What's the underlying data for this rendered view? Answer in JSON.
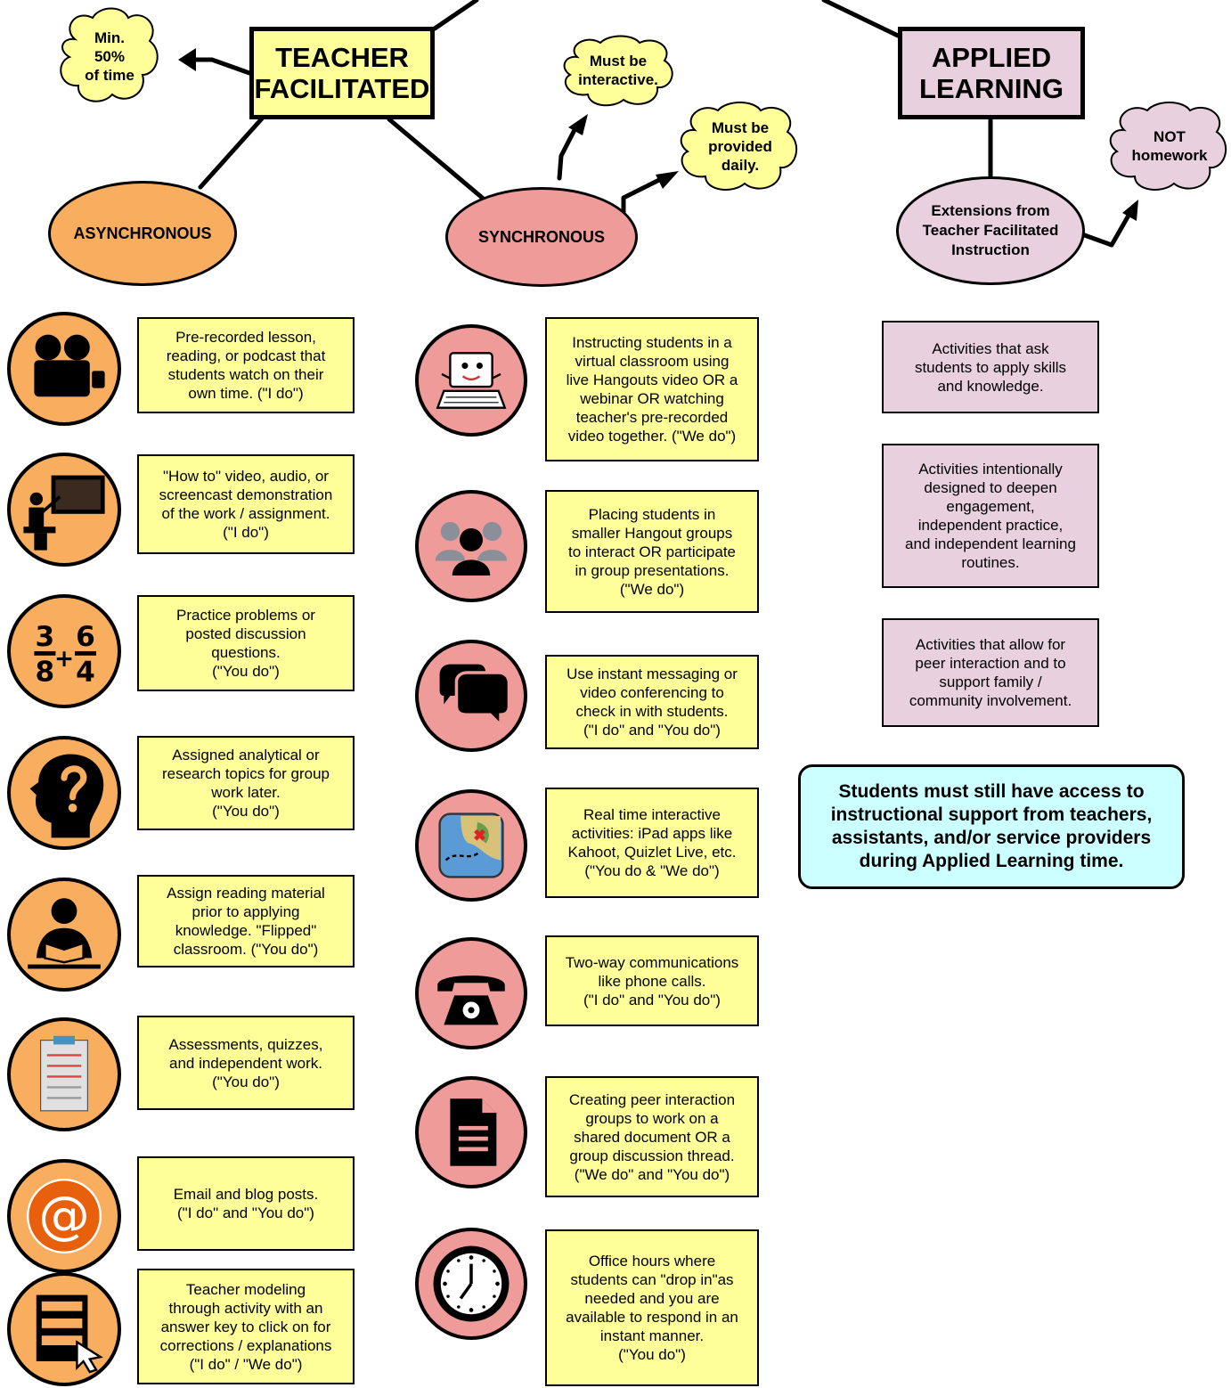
{
  "colors": {
    "yellow": "#ffff99",
    "orange": "#f9ad5e",
    "pink": "#ef9b99",
    "lavender": "#e8d0df",
    "cyan": "#ccffff"
  },
  "teacher_facilitated": {
    "title": "TEACHER\nFACILITATED",
    "cloud": "Min.\n50%\nof time",
    "asynchronous": {
      "label": "ASYNCHRONOUS",
      "items": [
        {
          "icon": "video-camera-icon",
          "text": "Pre-recorded lesson,\nreading, or podcast that\nstudents watch on their\nown time.  (\"I do\")"
        },
        {
          "icon": "teacher-board-icon",
          "text": "\"How to\" video, audio, or\nscreencast demonstration\nof the work / assignment.\n(\"I do\")"
        },
        {
          "icon": "fractions-icon",
          "text": "Practice problems or\nposted discussion\nquestions.\n(\"You do\")"
        },
        {
          "icon": "head-question-icon",
          "text": "Assigned analytical or\nresearch topics for group\nwork later.\n(\"You do\")"
        },
        {
          "icon": "reader-icon",
          "text": "Assign reading material\nprior to applying\nknowledge. \"Flipped\"\nclassroom.  (\"You do\")"
        },
        {
          "icon": "clipboard-icon",
          "text": "Assessments, quizzes,\nand independent work.\n(\"You do\")"
        },
        {
          "icon": "at-sign-icon",
          "text": "Email and blog posts.\n(\"I do\" and \"You do\")"
        },
        {
          "icon": "document-cursor-icon",
          "text": "Teacher modeling\nthrough activity with an\nanswer key to click on for\ncorrections / explanations\n(\"I do\" / \"We do\")"
        }
      ]
    },
    "synchronous": {
      "label": "SYNCHRONOUS",
      "cloud_interactive": "Must be\ninteractive.",
      "cloud_daily": "Must be\nprovided\ndaily.",
      "items": [
        {
          "icon": "computer-icon",
          "text": "Instructing students in a\nvirtual classroom using\nlive Hangouts video OR a\nwebinar OR watching\nteacher's pre-recorded\nvideo together. (\"We do\")"
        },
        {
          "icon": "group-icon",
          "text": "Placing students in\nsmaller Hangout groups\nto interact OR participate\nin group presentations.\n(\"We do\")"
        },
        {
          "icon": "chat-bubbles-icon",
          "text": "Use instant messaging or\nvideo conferencing to\ncheck in with students.\n(\"I do\" and \"You do\")"
        },
        {
          "icon": "map-icon",
          "text": "Real time interactive\nactivities: iPad apps like\nKahoot, Quizlet Live, etc.\n(\"You do & \"We do\")"
        },
        {
          "icon": "telephone-icon",
          "text": "Two-way communications\nlike phone calls.\n(\"I do\" and \"You do\")"
        },
        {
          "icon": "document-icon",
          "text": "Creating peer interaction\ngroups to work on a\nshared document OR a\ngroup discussion thread.\n(\"We do\" and \"You do\")"
        },
        {
          "icon": "clock-icon",
          "text": "Office hours where\nstudents can \"drop in\"as\nneeded and you are\navailable to respond in an\ninstant manner.\n(\"You do\")"
        }
      ]
    }
  },
  "applied_learning": {
    "title": "APPLIED\nLEARNING",
    "cloud": "NOT\nhomework",
    "extensions": "Extensions from\nTeacher Facilitated\nInstruction",
    "items": [
      "Activities that ask\nstudents to apply skills\nand knowledge.",
      "Activities intentionally\ndesigned to deepen\nengagement,\nindependent practice,\nand independent learning\nroutines.",
      "Activities that allow for\npeer interaction and to\nsupport family /\ncommunity involvement."
    ],
    "note": "Students must still have access to\ninstructional support from teachers,\nassistants, and/or service providers\nduring Applied Learning time."
  }
}
